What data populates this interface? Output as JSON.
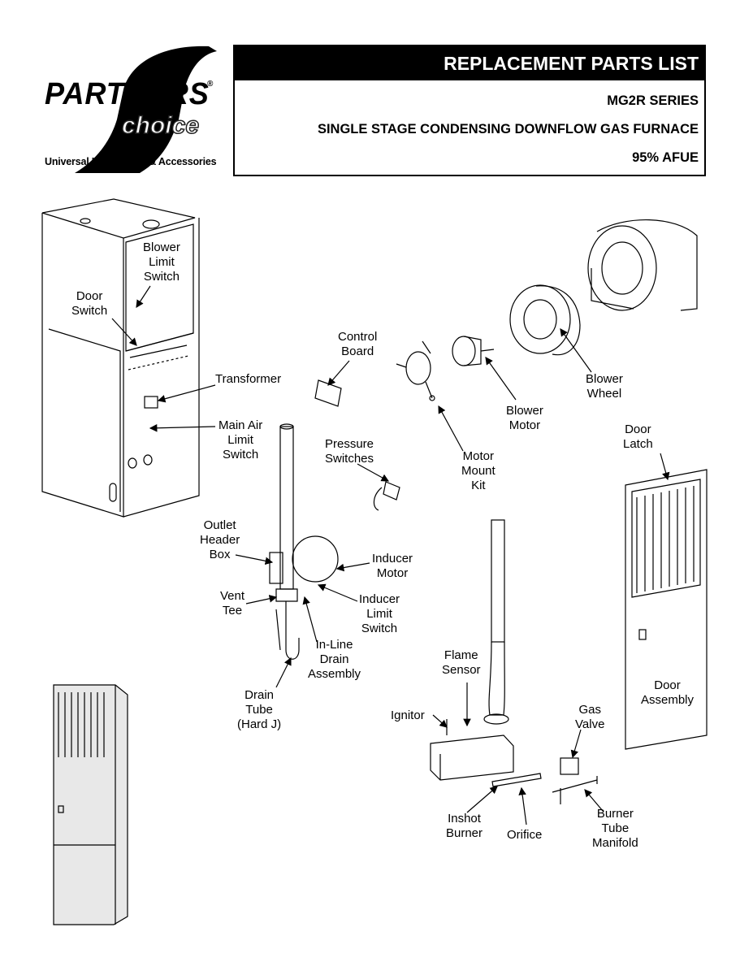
{
  "brand": {
    "name": "PARTNERS",
    "registered": "®",
    "sub": "choice",
    "tagline": "Universal HVAC Parts & Accessories"
  },
  "header": {
    "title": "REPLACEMENT PARTS LIST",
    "series": "MG2R SERIES",
    "description": "SINGLE STAGE CONDENSING DOWNFLOW GAS FURNACE",
    "efficiency": "95% AFUE"
  },
  "parts": {
    "blower_limit_switch": [
      "Blower",
      "Limit",
      "Switch"
    ],
    "door_switch": [
      "Door",
      "Switch"
    ],
    "transformer": [
      "Transformer"
    ],
    "main_air_limit_switch": [
      "Main Air",
      "Limit",
      "Switch"
    ],
    "control_board": [
      "Control",
      "Board"
    ],
    "pressure_switches": [
      "Pressure",
      "Switches"
    ],
    "motor_mount_kit": [
      "Motor",
      "Mount",
      "Kit"
    ],
    "blower_motor": [
      "Blower",
      "Motor"
    ],
    "blower_wheel": [
      "Blower",
      "Wheel"
    ],
    "door_latch": [
      "Door",
      "Latch"
    ],
    "outlet_header_box": [
      "Outlet",
      "Header",
      "Box"
    ],
    "inducer_motor": [
      "Inducer",
      "Motor"
    ],
    "vent_tee": [
      "Vent",
      "Tee"
    ],
    "inducer_limit_switch": [
      "Inducer",
      "Limit",
      "Switch"
    ],
    "inline_drain_assembly": [
      "In-Line",
      "Drain",
      "Assembly"
    ],
    "drain_tube": [
      "Drain",
      "Tube",
      "(Hard J)"
    ],
    "flame_sensor": [
      "Flame",
      "Sensor"
    ],
    "ignitor": [
      "Ignitor"
    ],
    "gas_valve": [
      "Gas",
      "Valve"
    ],
    "door_assembly": [
      "Door",
      "Assembly"
    ],
    "inshot_burner": [
      "Inshot",
      "Burner"
    ],
    "orifice": [
      "Orifice"
    ],
    "burner_tube_manifold": [
      "Burner",
      "Tube",
      "Manifold"
    ]
  }
}
